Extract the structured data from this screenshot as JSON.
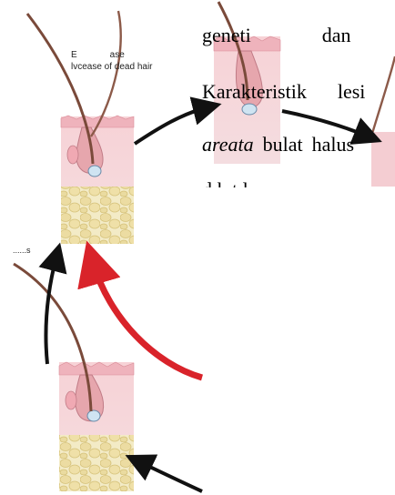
{
  "diagram": {
    "title_line1": "E",
    "title_line1_suffix": "ase",
    "title_line2": "lvcease of dead hair",
    "stage_label": "......s",
    "colors": {
      "arrow_black": "#111111",
      "arrow_red": "#d9232a",
      "skin_pink": "#f4c9cf",
      "fat_yellow": "#efe2b0",
      "hair_brown": "#7a4a3a"
    }
  },
  "text": {
    "line1_word1": "geneti",
    "line1_word2": "dan",
    "line2_word1": "Karakteristik",
    "line2_word2": "lesi",
    "line3_word1": "areata",
    "line3_word2": "bulat",
    "line3_word3": "halus",
    "line4_fragment": "d        k   t     l"
  }
}
